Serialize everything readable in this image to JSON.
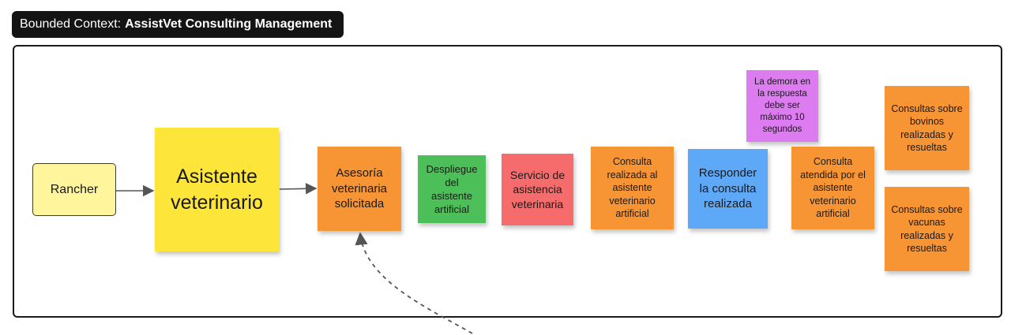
{
  "header": {
    "prefix": "Bounded Context:",
    "name": "AssistVet Consulting Management"
  },
  "colors": {
    "actor": "#fff59d",
    "system": "#fde53a",
    "event": "#f79433",
    "policy": "#4cbf59",
    "read_model": "#f66b6b",
    "command": "#5ea9f7",
    "constraint": "#dc7cf0",
    "frame": "#1a1a1a"
  },
  "notes": {
    "rancher": "Rancher",
    "asistente": "Asistente\nveterinario",
    "asesoria": "Asesoría\nveterinaria\nsolicitada",
    "despliegue": "Despliegue\ndel\nasistente\nartificial",
    "servicio": "Servicio de\nasistencia\nveterinaria",
    "consulta_realizada": "Consulta\nrealizada al\nasistente\nveterinario\nartificial",
    "responder": "Responder\nla consulta\nrealizada",
    "demora": "La demora en\nla respuesta\ndebe ser\nmáximo 10\nsegundos",
    "consulta_atendida": "Consulta\natendida por el\nasistente\nveterinario\nartificial",
    "bovinos": "Consultas sobre\nbovinos\nrealizadas y\nresueltas",
    "vacunas": "Consultas sobre\nvacunas\nrealizadas y\nresueltas"
  }
}
